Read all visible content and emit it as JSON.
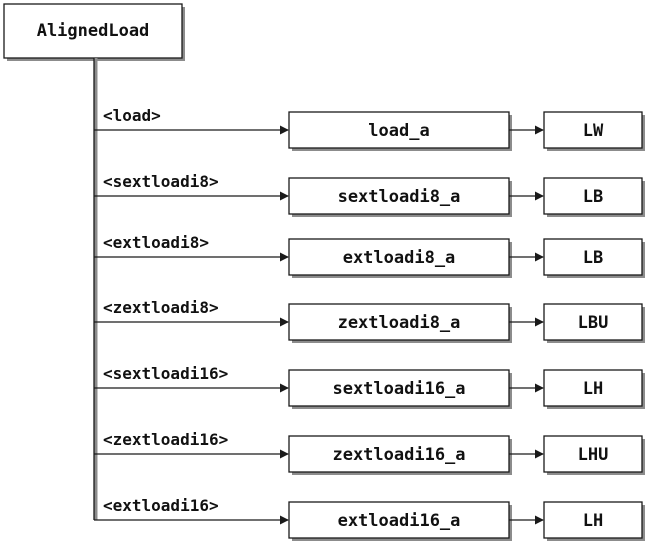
{
  "root": {
    "label": "AlignedLoad"
  },
  "rows": [
    {
      "edge_label": "<load>",
      "node": "load_a",
      "instruction": "LW"
    },
    {
      "edge_label": "<sextloadi8>",
      "node": "sextloadi8_a",
      "instruction": "LB"
    },
    {
      "edge_label": "<extloadi8>",
      "node": "extloadi8_a",
      "instruction": "LB"
    },
    {
      "edge_label": "<zextloadi8>",
      "node": "zextloadi8_a",
      "instruction": "LBU"
    },
    {
      "edge_label": "<sextloadi16>",
      "node": "sextloadi16_a",
      "instruction": "LH"
    },
    {
      "edge_label": "<zextloadi16>",
      "node": "zextloadi16_a",
      "instruction": "LHU"
    },
    {
      "edge_label": "<extloadi16>",
      "node": "extloadi16_a",
      "instruction": "LH"
    }
  ]
}
